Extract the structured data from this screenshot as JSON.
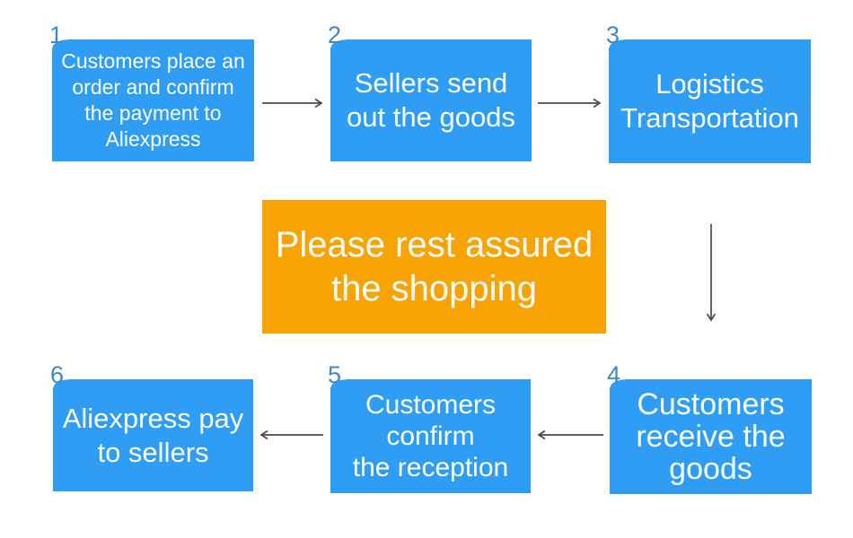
{
  "colors": {
    "box_blue": "#2e9df3",
    "banner_orange": "#f6a303",
    "step_number_blue": "#4286c6",
    "arrow_gray": "#4a4a4a",
    "text_white": "#ffffff",
    "background": "#ffffff"
  },
  "steps": [
    {
      "number": "1",
      "lines": [
        "Customers place an",
        "order and confirm",
        "the payment to",
        "Aliexpress"
      ]
    },
    {
      "number": "2",
      "lines": [
        "Sellers send",
        "out the goods"
      ]
    },
    {
      "number": "3",
      "lines": [
        "Logistics",
        "Transportation"
      ]
    },
    {
      "number": "4",
      "lines": [
        "Customers",
        "receive the",
        "goods"
      ]
    },
    {
      "number": "5",
      "lines": [
        "Customers",
        "confirm",
        "the reception"
      ]
    },
    {
      "number": "6",
      "lines": [
        "Aliexpress pay",
        "to sellers"
      ]
    }
  ],
  "banner": {
    "lines": [
      "Please rest assured",
      "the shopping"
    ]
  },
  "flow": {
    "sequence": "1 > 2 > 3 > 4 > 5 > 6",
    "arrows": [
      "step1-to-step2",
      "step2-to-step3",
      "step3-to-step4",
      "step4-to-step5",
      "step5-to-step6"
    ]
  }
}
